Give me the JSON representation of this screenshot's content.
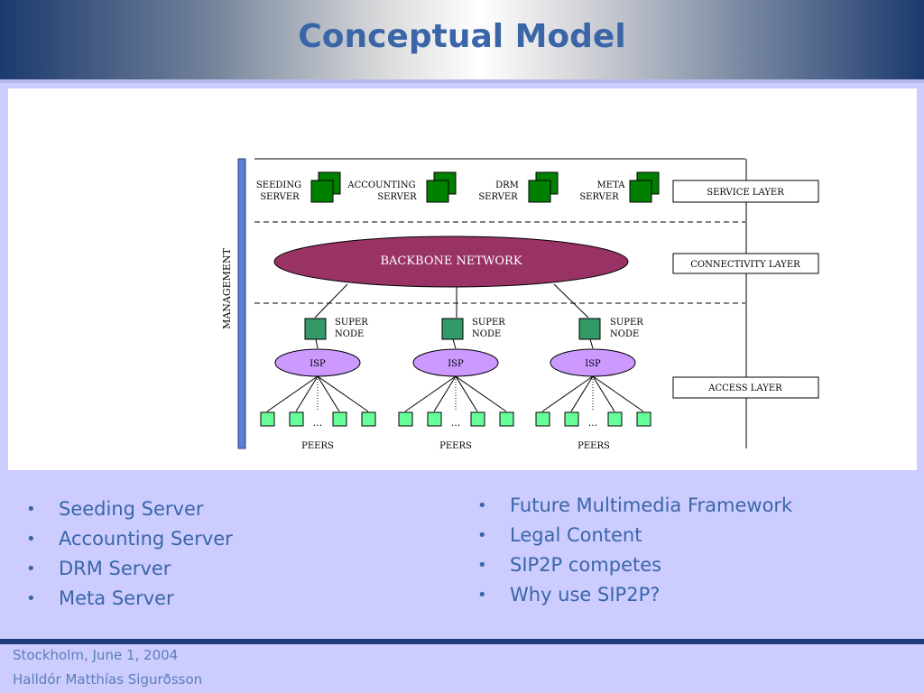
{
  "slide": {
    "title": "Conceptual Model"
  },
  "diagram": {
    "management_label": "MANAGEMENT",
    "servers": [
      {
        "line1": "SEEDING",
        "line2": "SERVER"
      },
      {
        "line1": "ACCOUNTING",
        "line2": "SERVER"
      },
      {
        "line1": "DRM",
        "line2": "SERVER"
      },
      {
        "line1": "META",
        "line2": "SERVER"
      }
    ],
    "layers": {
      "service": "SERVICE LAYER",
      "connectivity": "CONNECTIVITY LAYER",
      "access": "ACCESS LAYER"
    },
    "backbone": "BACKBONE NETWORK",
    "super_node": {
      "line1": "SUPER",
      "line2": "NODE"
    },
    "isp": "ISP",
    "ellipsis": "...",
    "peers": "PEERS",
    "colors": {
      "server_green": "#008000",
      "backbone_fill": "#993366",
      "super_node_fill": "#339966",
      "isp_fill": "#cc99ff",
      "peer_fill": "#66ff99",
      "management_bar": "#5b7fd8"
    }
  },
  "bullets_left": [
    "Seeding Server",
    "Accounting Server",
    "DRM Server",
    "Meta Server"
  ],
  "bullets_right": [
    "Future Multimedia Framework",
    "Legal Content",
    "SIP2P competes",
    "Why use SIP2P?"
  ],
  "bullet_glyph": "•",
  "footer": {
    "location_date": "Stockholm, June 1, 2004",
    "author": "Halldór Matthías Sigurðsson"
  }
}
